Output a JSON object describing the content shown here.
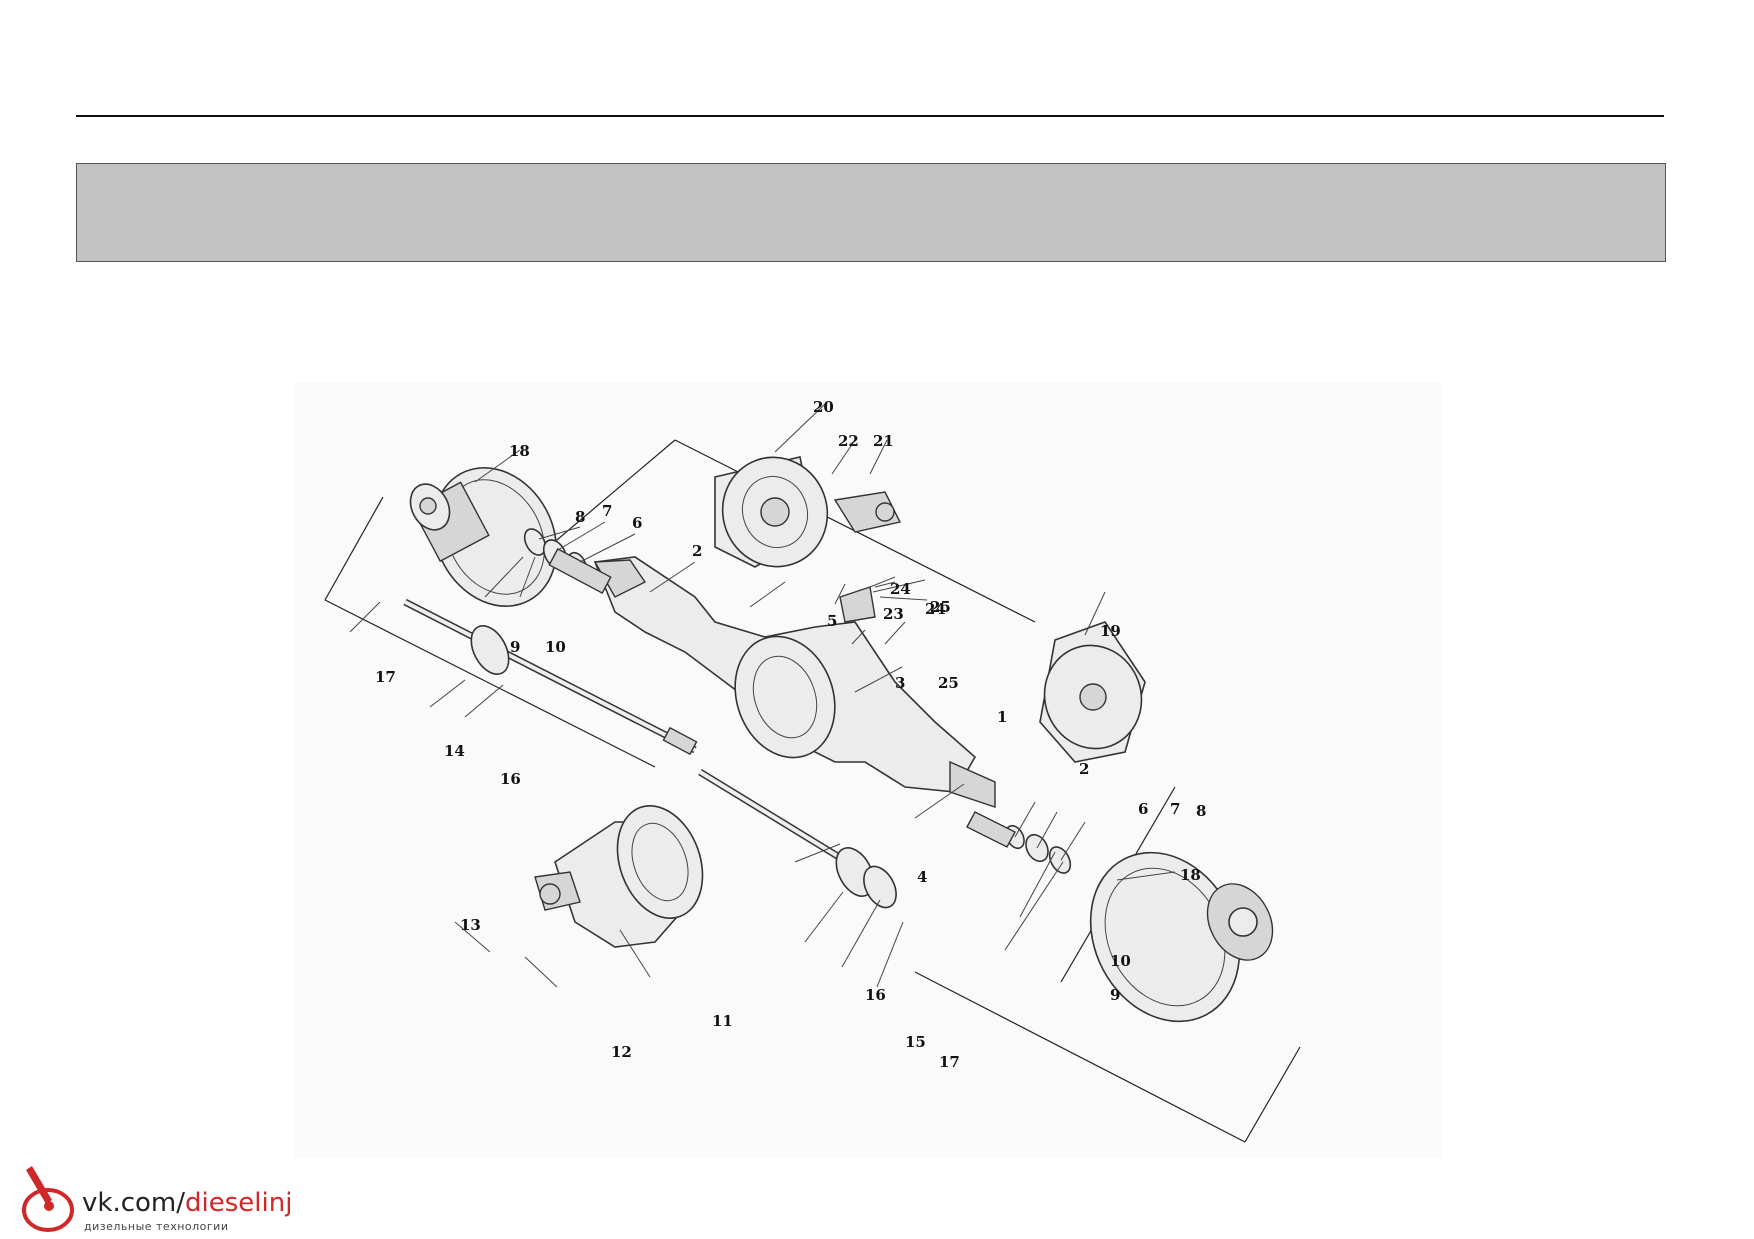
{
  "header": {
    "title_bar_text": ""
  },
  "diagram": {
    "callouts": [
      "20",
      "22",
      "21",
      "18",
      "8",
      "7",
      "6",
      "2",
      "24",
      "25",
      "23",
      "24",
      "5",
      "17",
      "3",
      "25",
      "19",
      "1",
      "14",
      "9",
      "10",
      "16",
      "2",
      "6",
      "7",
      "8",
      "4",
      "18",
      "13",
      "10",
      "9",
      "11",
      "16",
      "12",
      "15",
      "17"
    ]
  },
  "watermark": {
    "prefix": "vk.com/",
    "accent": "dieselinj",
    "subtitle": "дизельные технологии",
    "accent_color": "#d02828"
  }
}
